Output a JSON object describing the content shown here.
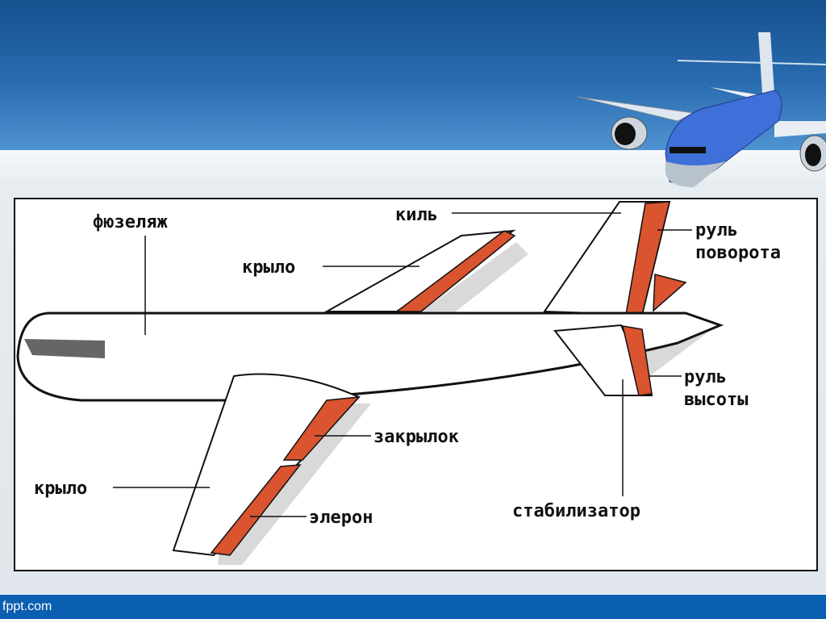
{
  "footer": {
    "site": "fppt.com"
  },
  "diagram": {
    "labels": {
      "fuselage": "фюзеляж",
      "fin": "киль",
      "wing_upper": "крыло",
      "rudder_line1": "руль",
      "rudder_line2": "поворота",
      "elevator_line1": "руль",
      "elevator_line2": "высоты",
      "flap": "закрылок",
      "wing_lower": "крыло",
      "aileron": "элерон",
      "stabilizer": "стабилизатор"
    }
  },
  "colors": {
    "accent": "#d9542f",
    "footer": "#0b5fb0"
  }
}
